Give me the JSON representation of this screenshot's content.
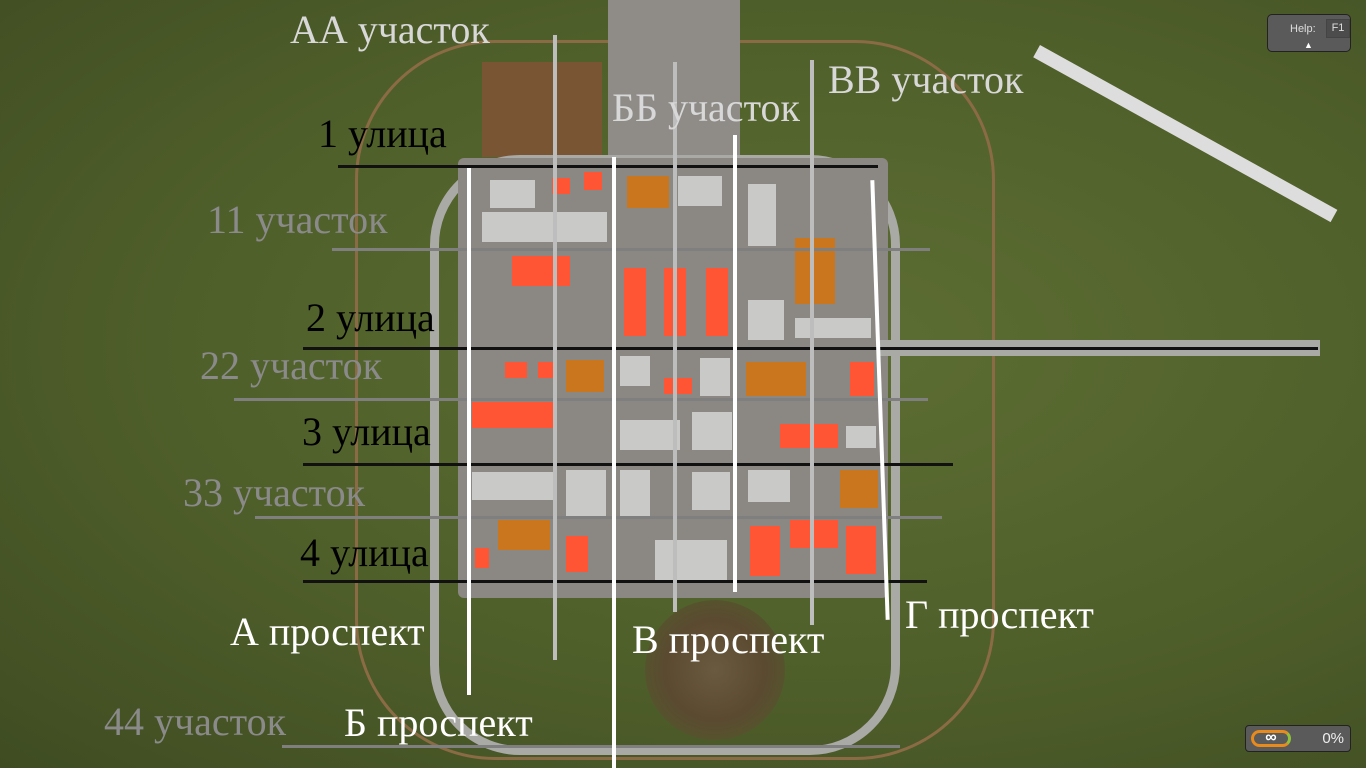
{
  "labels": {
    "aa": "АА участок",
    "bb": "ББ участок",
    "vv": "ВВ участок",
    "s1": "1 улица",
    "s2": "2 улица",
    "s3": "3 улица",
    "s4": "4 улица",
    "p11": "11 участок",
    "p22": "22 участок",
    "p33": "33 участок",
    "p44": "44 участок",
    "pa": "А проспект",
    "pb": "Б проспект",
    "pv": "В проспект",
    "pg": "Г проспект"
  },
  "hud": {
    "help_label": "Help:",
    "help_key": "F1",
    "help_icon": "triangle-up-icon",
    "progress_icon": "infinity-icon",
    "progress_symbol": "∞",
    "progress_value": "0%"
  },
  "colors": {
    "grass": "#4f5f2a",
    "street": "#111111",
    "plot_line": "#7f7f7f",
    "avenue": "#ffffff",
    "block_line": "#bdbdbd"
  }
}
